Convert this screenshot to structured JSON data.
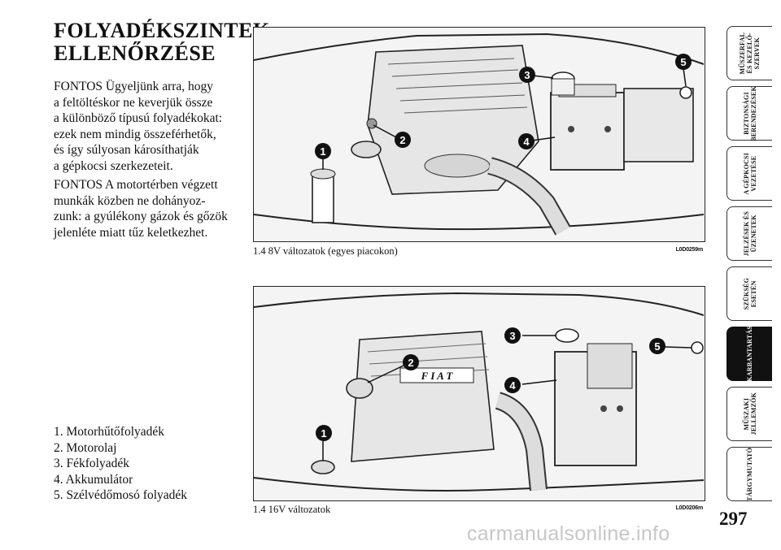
{
  "section": {
    "title_line1": "FOLYADÉKSZINTEK",
    "title_line2": "ELLENŐRZÉSE"
  },
  "warnings": [
    {
      "lead": "FONTOS",
      "lines": [
        "Ügyeljünk arra, hogy",
        "a feltöltéskor ne keverjük össze",
        "a különböző típusú folyadékokat:",
        "ezek nem mindig összeférhetők,",
        "és így súlyosan károsíthatják",
        "a gépkocsi szerkezeteit."
      ]
    },
    {
      "lead": "FONTOS",
      "lines": [
        "A motortérben végzett",
        "munkák közben ne dohányoz-",
        "zunk: a gyúlékony gázok és gőzök",
        "jelenléte miatt tűz keletkezhet."
      ]
    }
  ],
  "legend": [
    "1. Motorhűtőfolyadék",
    "2. Motorolaj",
    "3. Fékfolyadék",
    "4. Akkumulátor",
    "5. Szélvédőmosó folyadék"
  ],
  "figures": [
    {
      "caption": "1.4 8V változatok (egyes piacokon)",
      "code": "L0D0259m",
      "callouts": [
        "1",
        "2",
        "3",
        "4",
        "5"
      ]
    },
    {
      "caption": "1.4 16V változatok",
      "code": "L0D0206m",
      "callouts": [
        "1",
        "2",
        "3",
        "4",
        "5"
      ],
      "badge": "F I A T"
    }
  ],
  "tabs": [
    {
      "label": "MŰSZERFAL\nÉS KEZELŐ-\nSZERVEK",
      "active": false
    },
    {
      "label": "BIZTONSÁGI\nBERENDEZÉSEK",
      "active": false
    },
    {
      "label": "A GÉPKOCSI\nVEZETÉSE",
      "active": false
    },
    {
      "label": "JELZÉSEK ÉS\nÜZENETEK",
      "active": false
    },
    {
      "label": "SZÜKSÉG\nESETÉN",
      "active": false
    },
    {
      "label": "KARBANTARTÁS",
      "active": true
    },
    {
      "label": "MŰSZAKI\nJELLEMZŐK",
      "active": false
    },
    {
      "label": "TÁRGYMUTATÓ",
      "active": false
    }
  ],
  "page_number": "297",
  "watermark": "carmanualsonline.info"
}
